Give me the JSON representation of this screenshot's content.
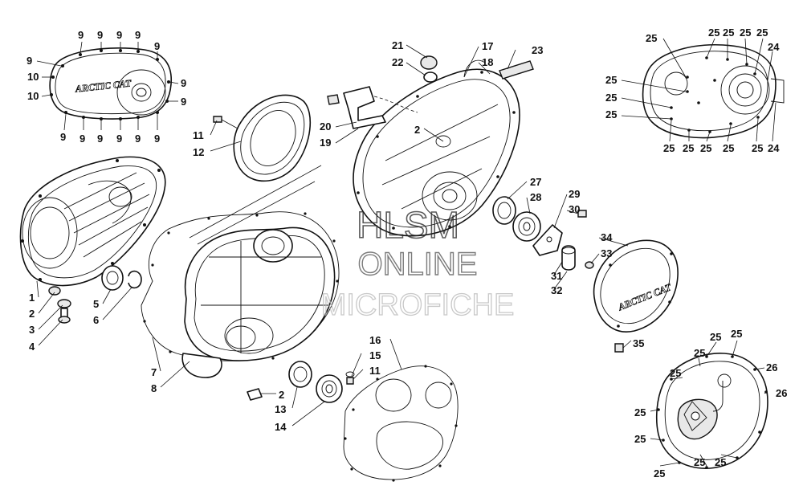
{
  "brand_label": "ARCTIC CAT",
  "watermark": {
    "line1": "HLSM",
    "line2": "ONLINE",
    "line3": "MICROFICHE"
  },
  "callouts": {
    "c1": "1",
    "c2": "2",
    "c3": "3",
    "c4": "4",
    "c5": "5",
    "c6": "6",
    "c7": "7",
    "c8": "8",
    "c9": "9",
    "c10": "10",
    "c11": "11",
    "c12": "12",
    "c13": "13",
    "c14": "14",
    "c15": "15",
    "c16": "16",
    "c17": "17",
    "c18": "18",
    "c19": "19",
    "c20": "20",
    "c21": "21",
    "c22": "22",
    "c23": "23",
    "c24": "24",
    "c25": "25",
    "c26": "26",
    "c27": "27",
    "c28": "28",
    "c29": "29",
    "c30": "30",
    "c31": "31",
    "c32": "32",
    "c33": "33",
    "c34": "34",
    "c35": "35"
  }
}
